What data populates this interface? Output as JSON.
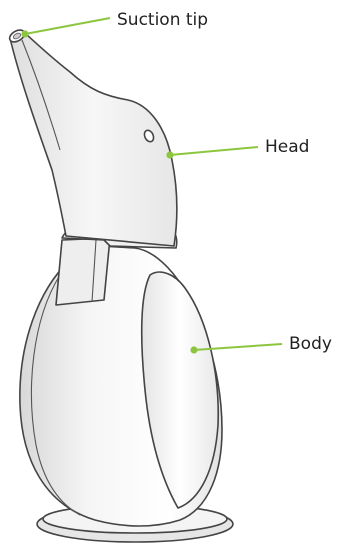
{
  "diagram": {
    "labels": {
      "suction_tip": "Suction tip",
      "head": "Head",
      "body": "Body"
    },
    "colors": {
      "leader_line": "#8cc63f",
      "outline": "#444444",
      "fill_light": "#f4f4f4",
      "fill_shade": "#dcdcdc",
      "label_text": "#222222"
    }
  }
}
